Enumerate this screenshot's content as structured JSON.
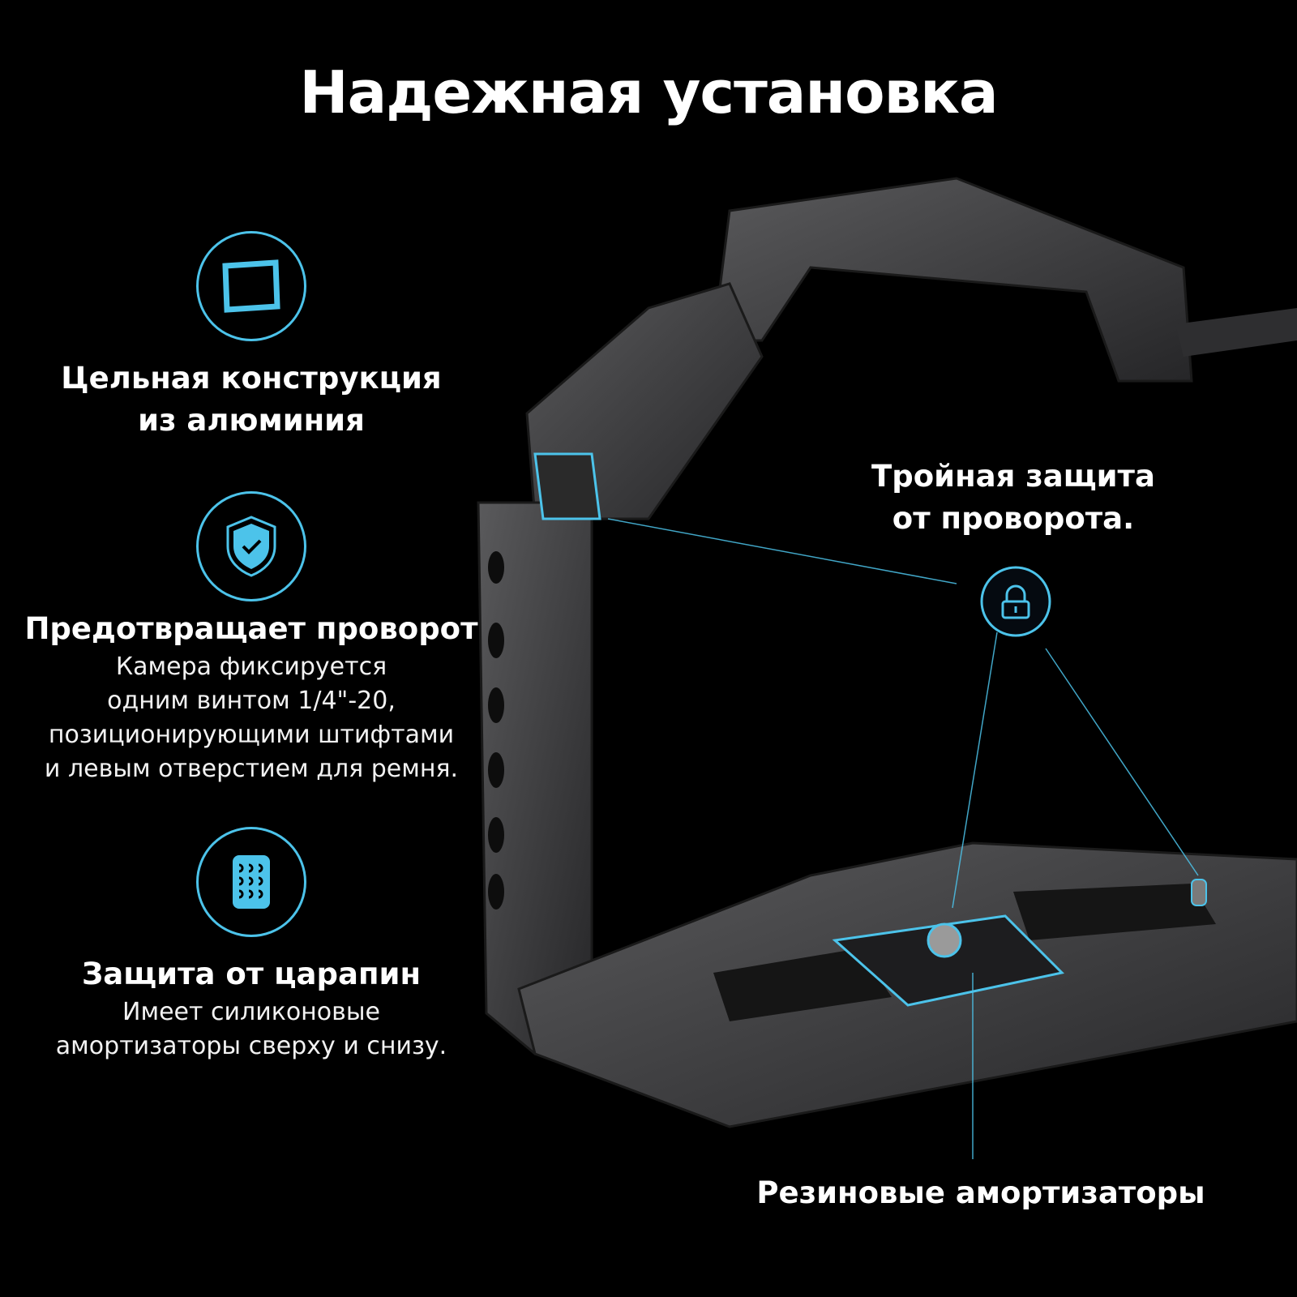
{
  "title": "Надежная установка",
  "features": [
    {
      "icon": "aluminum-frame-icon",
      "heading_lines": [
        "Цельная конструкция",
        "из алюминия"
      ]
    },
    {
      "icon": "shield-check-icon",
      "heading": "Предотвращает проворот",
      "description_lines": [
        "Камера фиксируется",
        "одним винтом 1/4\"-20,",
        "позиционирующими штифтами",
        "и левым отверстием для ремня."
      ]
    },
    {
      "icon": "silicone-pad-icon",
      "heading": "Защита от царапин",
      "description_lines": [
        "Имеет силиконовые",
        "амортизаторы сверху и снизу."
      ]
    }
  ],
  "callouts": {
    "anti_twist": [
      "Тройная защита",
      "от проворота."
    ],
    "rubber": "Резиновые амортизаторы"
  },
  "colors": {
    "accent": "#4cc3ea",
    "background": "#000000",
    "metal": "#3a3a3c"
  }
}
